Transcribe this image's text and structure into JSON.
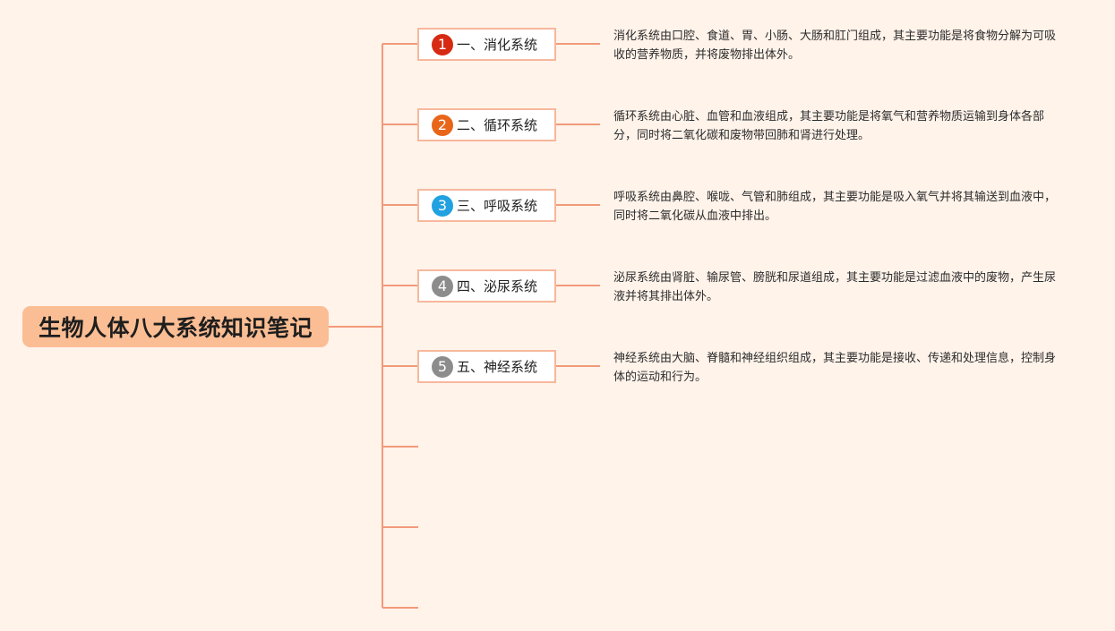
{
  "title": "生物人体八大系统知识笔记",
  "colors": {
    "background": "#fff3ea",
    "root_fill": "#fbbd93",
    "connector": "#f29a7a",
    "branch_border": "#f7b89c"
  },
  "branches": [
    {
      "number": "1",
      "label": "一、消化系统",
      "badge_color": "#d62a12",
      "description": "消化系统由口腔、食道、胃、小肠、大肠和肛门组成，其主要功能是将食物分解为可吸收的营养物质，并将废物排出体外。"
    },
    {
      "number": "2",
      "label": "二、循环系统",
      "badge_color": "#e8651a",
      "description": "循环系统由心脏、血管和血液组成，其主要功能是将氧气和营养物质运输到身体各部分，同时将二氧化碳和废物带回肺和肾进行处理。"
    },
    {
      "number": "3",
      "label": "三、呼吸系统",
      "badge_color": "#22a1e0",
      "description": "呼吸系统由鼻腔、喉咙、气管和肺组成，其主要功能是吸入氧气并将其输送到血液中，同时将二氧化碳从血液中排出。"
    },
    {
      "number": "4",
      "label": "四、泌尿系统",
      "badge_color": "#8c8c8c",
      "description": "泌尿系统由肾脏、输尿管、膀胱和尿道组成，其主要功能是过滤血液中的废物，产生尿液并将其排出体外。"
    },
    {
      "number": "5",
      "label": "五、神经系统",
      "badge_color": "#8c8c8c",
      "description": "神经系统由大脑、脊髓和神经组织组成，其主要功能是接收、传递和处理信息，控制身体的运动和行为。"
    }
  ]
}
